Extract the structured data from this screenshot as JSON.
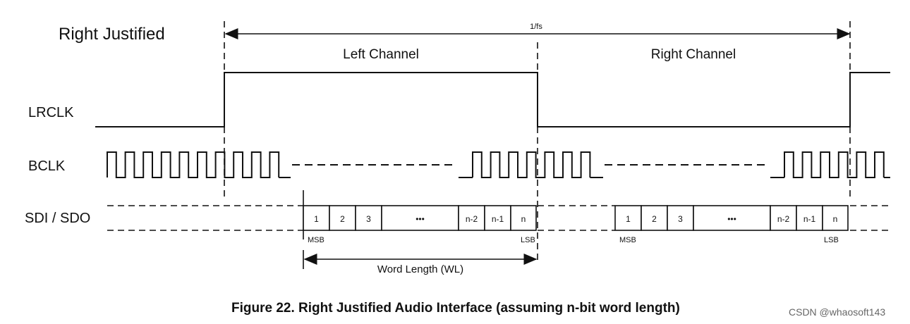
{
  "title": "Right Justified",
  "period_label": "1/fs",
  "channels": {
    "left": "Left Channel",
    "right": "Right Channel"
  },
  "signals": {
    "lrclk": "LRCLK",
    "bclk": "BCLK",
    "sdi_sdo": "SDI / SDO"
  },
  "word": {
    "bits_left": [
      "1",
      "2",
      "3",
      "•••",
      "n-2",
      "n-1",
      "n"
    ],
    "bits_right": [
      "1",
      "2",
      "3",
      "•••",
      "n-2",
      "n-1",
      "n"
    ],
    "msb": "MSB",
    "lsb": "LSB",
    "word_length": "Word Length (WL)"
  },
  "caption": "Figure 22.  Right Justified Audio Interface (assuming n-bit word length)",
  "watermark": "CSDN @whaosoft143"
}
